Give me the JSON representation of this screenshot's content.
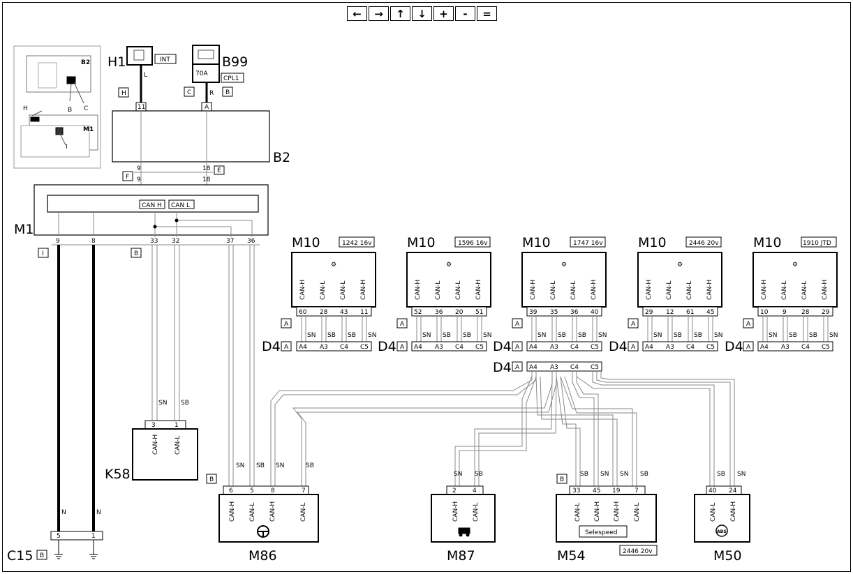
{
  "toolbar": {
    "left": "←",
    "right": "→",
    "up": "↑",
    "down": "↓",
    "zoom_in": "+",
    "zoom_out": "-",
    "fit": "="
  },
  "inset": {
    "b2": "B2",
    "m1": "M1",
    "h": "H",
    "b": "B",
    "c": "C",
    "i": "I"
  },
  "components": {
    "h1": {
      "name": "H1",
      "tag": "INT",
      "wire": "L",
      "conn": "H",
      "pin": "11"
    },
    "b99": {
      "name": "B99",
      "tag": "CPL1",
      "fuse": "70A",
      "wire": "R",
      "conn": "C",
      "conn2": "B",
      "pin": "A"
    },
    "b2": {
      "name": "B2",
      "pin9": "9",
      "pin18": "18",
      "conn": "E"
    },
    "m1": {
      "name": "M1",
      "conn_top": "F",
      "pin9": "9",
      "pin18": "18",
      "can_h": "CAN H",
      "can_l": "CAN L",
      "bottom_pins": [
        "9",
        "8",
        "33",
        "32",
        "37",
        "36"
      ],
      "conn_i": "I",
      "conn_b": "B"
    },
    "k58": {
      "name": "K58",
      "pins": [
        "3",
        "1"
      ],
      "labels": [
        "CAN-H",
        "CAN-L"
      ],
      "wires": [
        "SN",
        "SB"
      ]
    },
    "c15": {
      "name": "C15",
      "conn": "B",
      "pins": [
        "5",
        "1"
      ],
      "wires": [
        "N",
        "N"
      ]
    },
    "m10": [
      {
        "name": "M10",
        "variant": "1242 16v",
        "pins": [
          "60",
          "28",
          "43",
          "11"
        ]
      },
      {
        "name": "M10",
        "variant": "1596 16v",
        "pins": [
          "52",
          "36",
          "20",
          "51"
        ]
      },
      {
        "name": "M10",
        "variant": "1747 16v",
        "pins": [
          "39",
          "35",
          "36",
          "40"
        ]
      },
      {
        "name": "M10",
        "variant": "2446 20v",
        "pins": [
          "29",
          "12",
          "61",
          "45"
        ]
      },
      {
        "name": "M10",
        "variant": "1910 JTD",
        "pins": [
          "10",
          "9",
          "28",
          "29"
        ]
      }
    ],
    "m10_can_labels": [
      "CAN-H",
      "CAN-L",
      "CAN-L",
      "CAN-H"
    ],
    "m10_wires": [
      "SN",
      "SB",
      "SB",
      "SN"
    ],
    "d4": {
      "name": "D4",
      "conn": "A",
      "pins": [
        "A4",
        "A3",
        "C4",
        "C5"
      ]
    },
    "m86": {
      "name": "M86",
      "conn": "B",
      "pins": [
        "6",
        "5",
        "8",
        "7"
      ],
      "labels": [
        "CAN-H",
        "CAN-L",
        "CAN-H",
        "CAN-L"
      ],
      "wires": [
        "SN",
        "SB",
        "SN",
        "SB"
      ]
    },
    "m87": {
      "name": "M87",
      "pins": [
        "2",
        "4"
      ],
      "labels": [
        "CAN-H",
        "CAN-L"
      ],
      "wires": [
        "SN",
        "SB"
      ]
    },
    "m54": {
      "name": "M54",
      "conn": "B",
      "pins": [
        "33",
        "45",
        "19",
        "7"
      ],
      "labels": [
        "CAN-L",
        "CAN-H",
        "CAN-H",
        "CAN-L"
      ],
      "wires": [
        "SB",
        "SN",
        "SN",
        "SB"
      ],
      "badge": "Selespeed",
      "variant": "2446 20v"
    },
    "m50": {
      "name": "M50",
      "pins": [
        "40",
        "24"
      ],
      "labels": [
        "CAN-L",
        "CAN-H"
      ],
      "wires": [
        "SB",
        "SN"
      ],
      "icon_text": "ABS"
    }
  }
}
